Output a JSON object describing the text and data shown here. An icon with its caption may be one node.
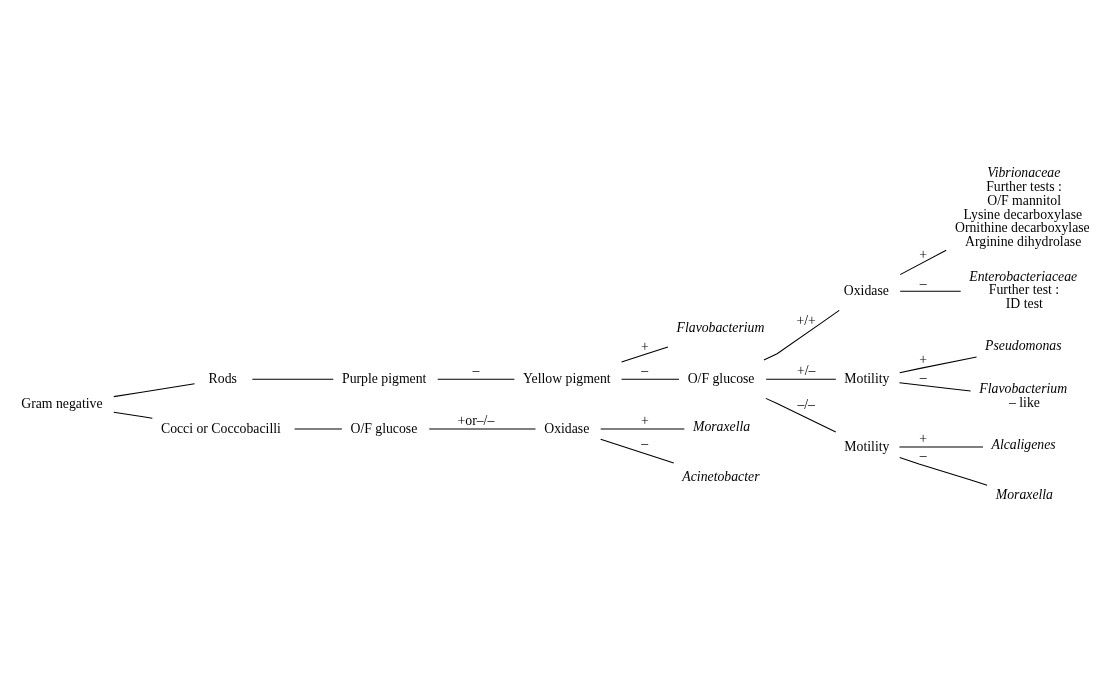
{
  "diagram": {
    "nodes": [
      {
        "text": [
          "Gram negative"
        ]
      },
      {
        "text": [
          "Rods"
        ]
      },
      {
        "text": [
          "Purple pigment"
        ]
      },
      {
        "text": [
          "Yellow pigment"
        ]
      },
      {
        "text": [
          "Flavobacterium"
        ]
      },
      {
        "text": [
          "O/F glucose"
        ]
      },
      {
        "text": [
          "Oxidase"
        ]
      },
      {
        "text": [
          "Vibrionaceae",
          "Further tests :",
          "O/F mannitol",
          "Lysine decarboxylase",
          "Ornithine decarboxylase",
          "Arginine dihydrolase"
        ]
      },
      {
        "text": [
          "Enterobacteriaceae",
          "Further test :",
          "ID test"
        ]
      },
      {
        "text": [
          "Motility"
        ]
      },
      {
        "text": [
          "Pseudomonas"
        ]
      },
      {
        "text": [
          "Flavobacterium",
          "– like"
        ]
      },
      {
        "text": [
          "Motility"
        ]
      },
      {
        "text": [
          "Alcaligenes"
        ]
      },
      {
        "text": [
          "Moraxella"
        ]
      },
      {
        "text": [
          "Cocci or Coccobacilli"
        ]
      },
      {
        "text": [
          "O/F glucose"
        ]
      },
      {
        "text": [
          "Oxidase"
        ]
      },
      {
        "text": [
          "Moraxella"
        ]
      },
      {
        "text": [
          "Acinetobacter"
        ]
      }
    ],
    "edges": [
      {
        "from": 0,
        "to": 1,
        "arrow": "none"
      },
      {
        "from": 1,
        "to": 2,
        "arrow": "none"
      },
      {
        "from": 2,
        "to": 3,
        "label": "–",
        "arrow": "none"
      },
      {
        "from": 3,
        "to": 4,
        "label": "+",
        "arrow": "none"
      },
      {
        "from": 3,
        "to": 5,
        "label": "–",
        "arrow": "none"
      },
      {
        "from": 5,
        "to": 6,
        "label": "+/+",
        "arrow": "none"
      },
      {
        "from": 6,
        "to": 7,
        "label": "+",
        "arrow": "none"
      },
      {
        "from": 6,
        "to": 8,
        "label": "–",
        "arrow": "none"
      },
      {
        "from": 5,
        "to": 9,
        "label": "+/–",
        "arrow": "none"
      },
      {
        "from": 9,
        "to": 10,
        "label": "+",
        "arrow": "none"
      },
      {
        "from": 9,
        "to": 11,
        "label": "–",
        "arrow": "none"
      },
      {
        "from": 5,
        "to": 12,
        "label": "–/–",
        "arrow": "none"
      },
      {
        "from": 12,
        "to": 13,
        "label": "+",
        "arrow": "none"
      },
      {
        "from": 12,
        "to": 14,
        "label": "–",
        "arrow": "none"
      },
      {
        "from": 0,
        "to": 15,
        "arrow": "none"
      },
      {
        "from": 15,
        "to": 16,
        "arrow": "none"
      },
      {
        "from": 16,
        "to": 17,
        "label": "+or–/–",
        "arrow": "none"
      },
      {
        "from": 17,
        "to": 18,
        "label": "+",
        "arrow": "none"
      },
      {
        "from": 17,
        "to": 19,
        "label": "–",
        "arrow": "none"
      }
    ]
  }
}
